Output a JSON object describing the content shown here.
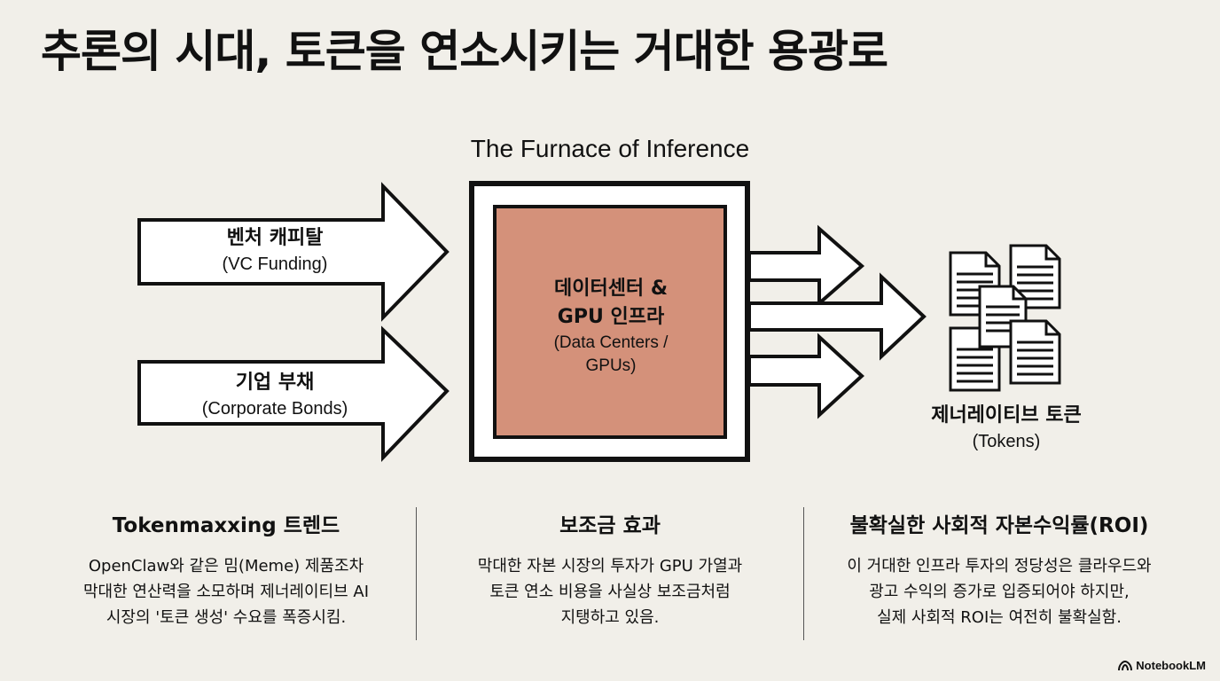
{
  "title": "추론의 시대, 토큰을 연소시키는 거대한 용광로",
  "diagram": {
    "label": "The Furnace of Inference",
    "inputs": [
      {
        "ko": "벤처 캐피탈",
        "en": "(VC Funding)"
      },
      {
        "ko": "기업 부채",
        "en": "(Corporate Bonds)"
      }
    ],
    "furnace": {
      "ko_line1": "데이터센터 &",
      "ko_line2": "GPU 인프라",
      "en_line1": "(Data Centers /",
      "en_line2": "GPUs)",
      "color": "#d4917a"
    },
    "output": {
      "ko": "제너레이티브 토큰",
      "en": "(Tokens)"
    }
  },
  "columns": [
    {
      "heading": "Tokenmaxxing 트렌드",
      "body": "OpenClaw와 같은 밈(Meme) 제품조차\n막대한 연산력을 소모하며 제너레이티브 AI\n시장의 '토큰 생성' 수요를 폭증시킴."
    },
    {
      "heading": "보조금 효과",
      "body": "막대한 자본 시장의 투자가 GPU 가열과\n토큰 연소 비용을 사실상 보조금처럼\n지탱하고 있음."
    },
    {
      "heading": "불확실한 사회적 자본수익률(ROI)",
      "body": "이 거대한 인프라 투자의 정당성은 클라우드와\n광고 수익의 증가로 입증되어야 하지만,\n실제 사회적 ROI는 여전히 불확실함."
    }
  ],
  "brand": "NotebookLM",
  "colors": {
    "background": "#f1efe9",
    "furnace": "#d4917a",
    "ink": "#111111"
  },
  "icons": [
    "document-icon",
    "notebooklm-logo-icon"
  ]
}
